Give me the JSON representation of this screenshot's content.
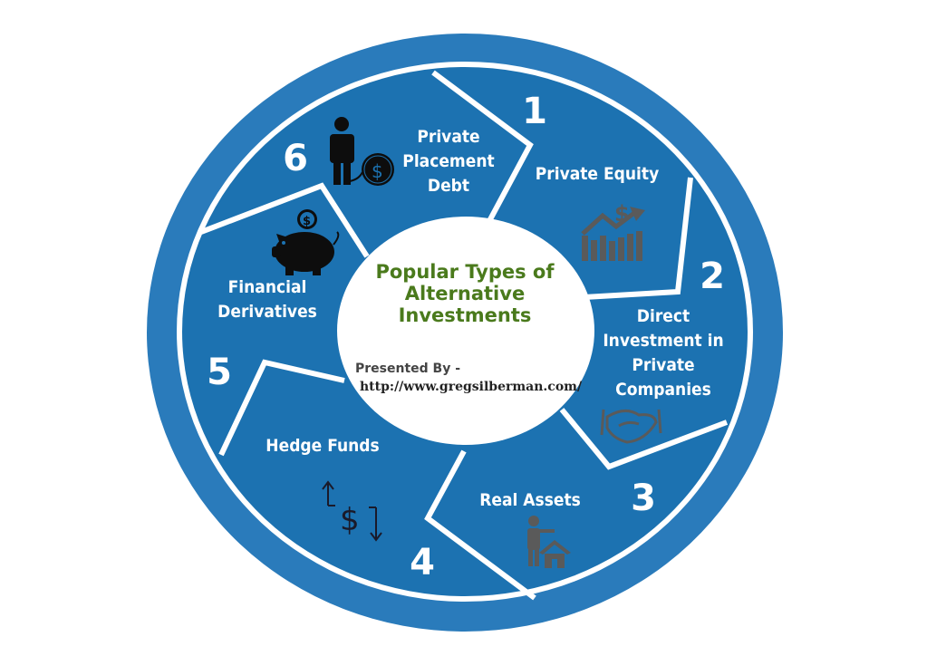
{
  "center": {
    "title_lines": [
      "Popular Types of",
      "Alternative",
      "Investments"
    ],
    "presented_by": "Presented By -",
    "url": "http://www.gregsilberman.com/"
  },
  "segments": [
    {
      "number": "1",
      "label_lines": [
        "Private Equity"
      ],
      "icon": "growth-chart-dollar-icon"
    },
    {
      "number": "2",
      "label_lines": [
        "Direct",
        "Investment in",
        "Private",
        "Companies"
      ],
      "icon": "handshake-icon"
    },
    {
      "number": "3",
      "label_lines": [
        "Real Assets"
      ],
      "icon": "person-pointing-house-icon"
    },
    {
      "number": "4",
      "label_lines": [
        "Hedge Funds"
      ],
      "icon": "dollar-up-down-arrows-icon"
    },
    {
      "number": "5",
      "label_lines": [
        "Financial",
        "Derivatives"
      ],
      "icon": "piggy-bank-icon"
    },
    {
      "number": "6",
      "label_lines": [
        "Private",
        "Placement",
        "Debt"
      ],
      "icon": "person-ball-chain-dollar-icon"
    }
  ],
  "colors": {
    "outer_ring": "#2a7bbb",
    "segment_fill": "#1c72b1",
    "divider": "#ffffff",
    "title_green": "#4a7a1c",
    "icon_gray": "#5a5a5a",
    "icon_black": "#0d0d0d"
  }
}
